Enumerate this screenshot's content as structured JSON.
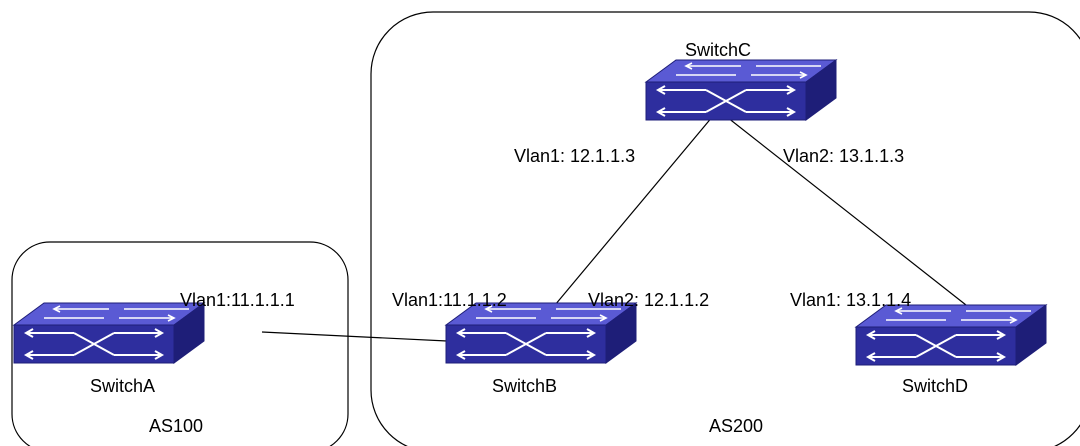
{
  "areas": {
    "as100": {
      "label": "AS100"
    },
    "as200": {
      "label": "AS200"
    }
  },
  "switches": {
    "switch_a": {
      "label": "SwitchA"
    },
    "switch_b": {
      "label": "SwitchB"
    },
    "switch_c": {
      "label": "SwitchC"
    },
    "switch_d": {
      "label": "SwitchD"
    }
  },
  "interfaces": {
    "a_vlan1": "Vlan1:11.1.1.1",
    "b_vlan1": "Vlan1:11.1.1.2",
    "b_vlan2": "Vlan2: 12.1.1.2",
    "c_vlan1": "Vlan1: 12.1.1.3",
    "c_vlan2": "Vlan2: 13.1.1.3",
    "d_vlan1": "Vlan1: 13.1.1.4"
  },
  "colors": {
    "switch_top": "#5a5ad4",
    "switch_front": "#2e2e9e",
    "switch_side": "#1e1e78",
    "line": "#000000"
  }
}
